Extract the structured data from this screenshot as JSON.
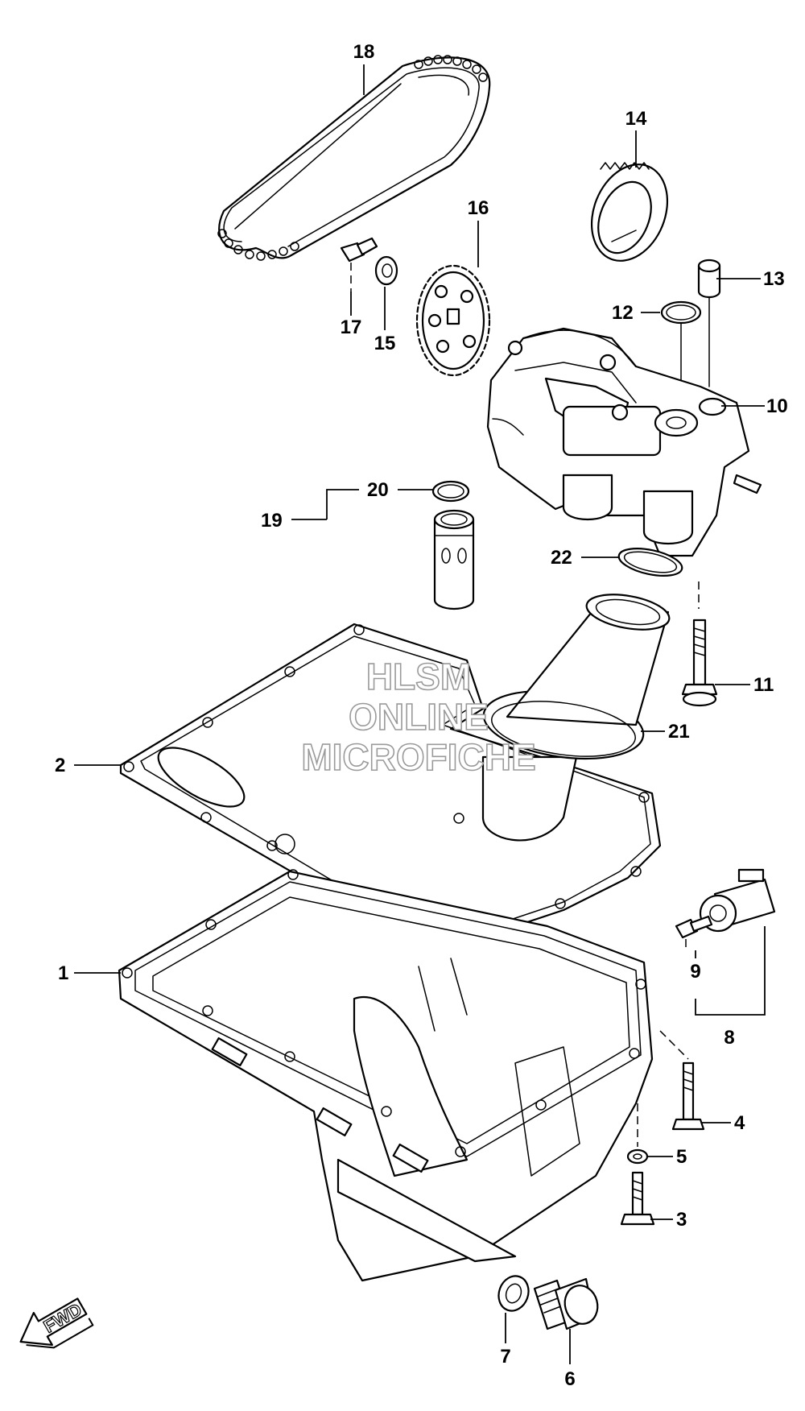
{
  "watermark": {
    "line1": "HLSM",
    "line2": "ONLINE",
    "line3": "MICROFICHE"
  },
  "direction_badge": "FWD",
  "callouts": {
    "c1": "1",
    "c2": "2",
    "c3": "3",
    "c4": "4",
    "c5": "5",
    "c6": "6",
    "c7": "7",
    "c8": "8",
    "c9": "9",
    "c10": "10",
    "c11": "11",
    "c12": "12",
    "c13": "13",
    "c14": "14",
    "c15": "15",
    "c16": "16",
    "c17": "17",
    "c18": "18",
    "c19": "19",
    "c20": "20",
    "c21": "21",
    "c22": "22"
  }
}
